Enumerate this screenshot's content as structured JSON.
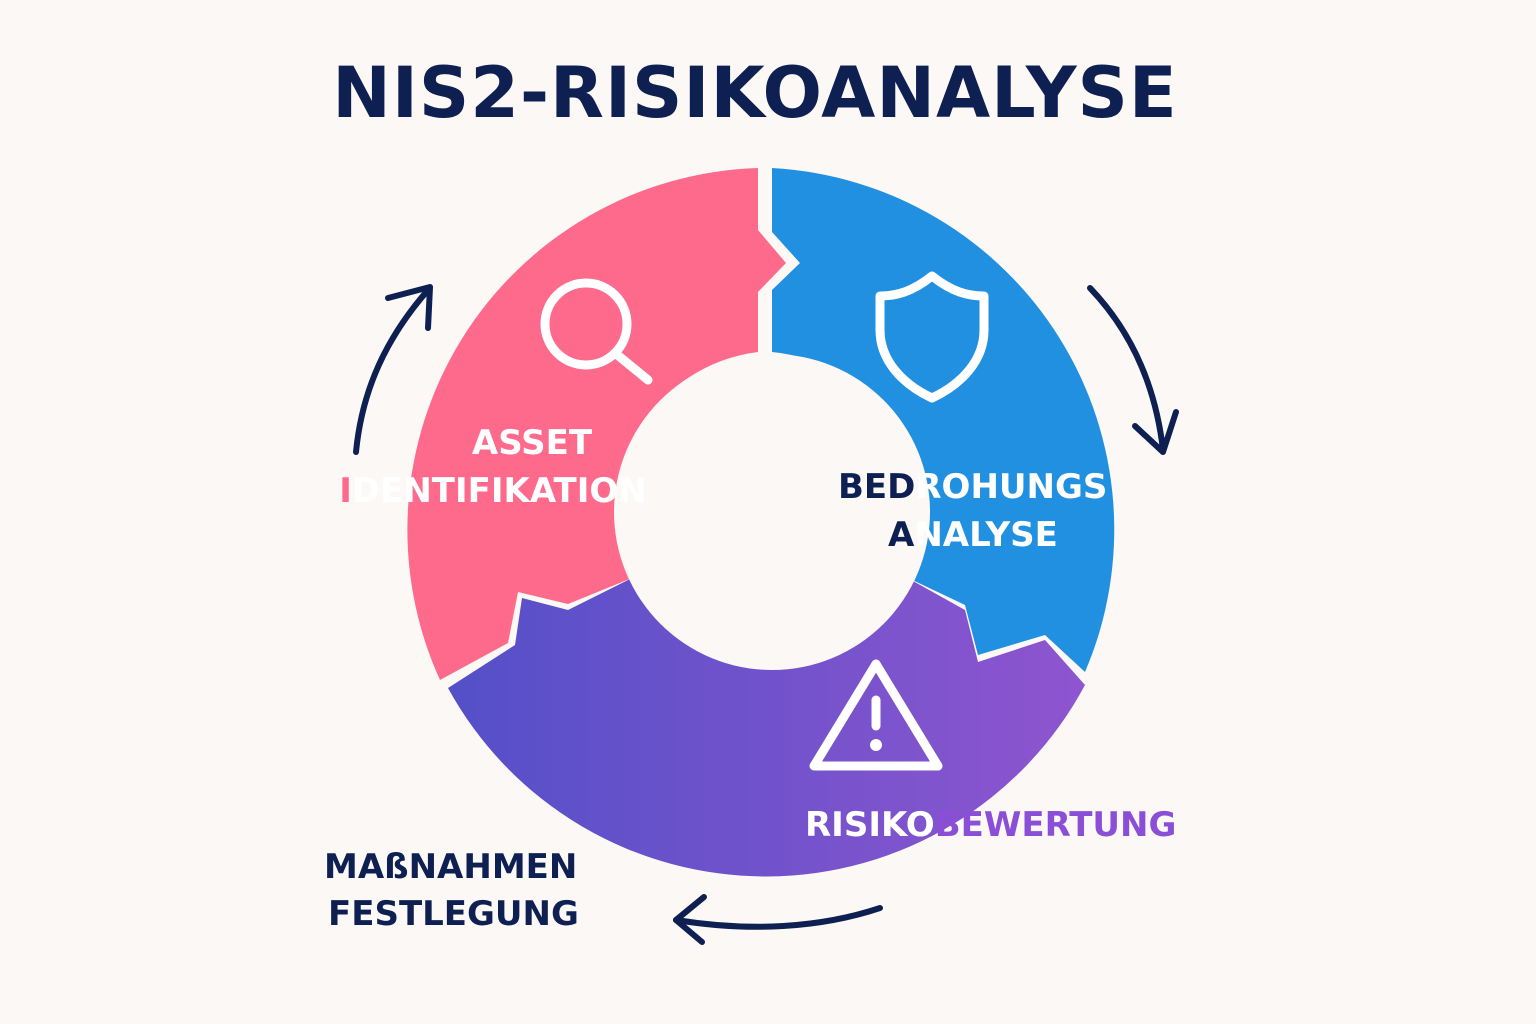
{
  "title": "NIS2-RISIKOANALYSE",
  "segments": [
    {
      "id": "asset",
      "lines": [
        "ASSET",
        "IDENTIFIKATION"
      ],
      "icon": "magnifier-icon",
      "color": "#fd6a8c"
    },
    {
      "id": "threat",
      "lines_a": [
        "BED",
        "A"
      ],
      "lines_b": [
        "ROHUNGS",
        "NALYSE"
      ],
      "icon": "shield-icon",
      "color": "#2190e0"
    },
    {
      "id": "risk",
      "line_a": "RISIKO",
      "line_b": "BEWERTUNG",
      "icon": "warning-icon",
      "color_start": "#5450c8",
      "color_end": "#8e55cf"
    }
  ],
  "outside": {
    "lines": [
      "MAßNAHMEN",
      "FESTLEGUNG"
    ]
  },
  "colors": {
    "navy": "#0e1f52",
    "white": "#ffffff",
    "purple_text": "#8a4fd6",
    "pink_text": "#fd6a8c"
  }
}
